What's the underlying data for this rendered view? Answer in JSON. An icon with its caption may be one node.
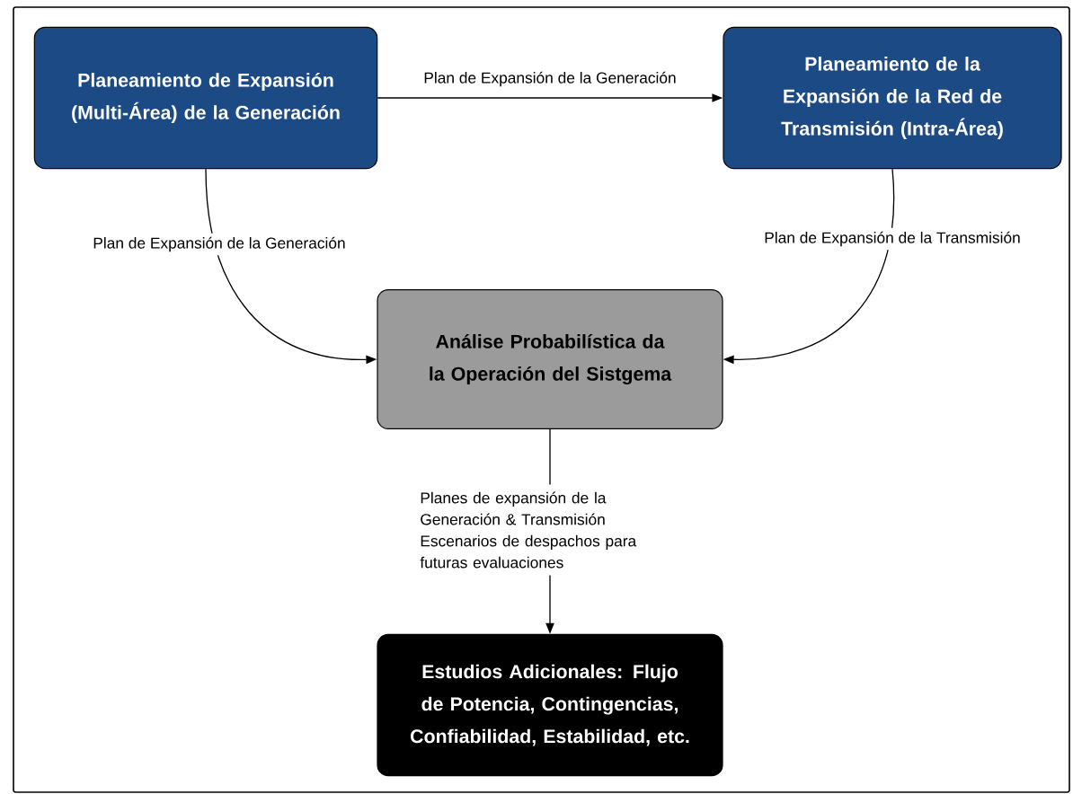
{
  "diagram": {
    "nodes": [
      {
        "text": [
          "Planeamiento de Expansión (Multi-Área) de la Generación"
        ]
      },
      {
        "text": [
          "Planeamiento de la Expansión de la Red de Transmisión (Intra-Área)"
        ]
      },
      {
        "text": [
          "Análise Probabilística da la Operación del Sistgema"
        ]
      },
      {
        "text": [
          "Estudios Adicionales: Flujo de Potencia, Contingencias, Confiabilidad, Estabilidad, etc."
        ]
      }
    ],
    "edges": [
      {
        "from": 0,
        "to": 1,
        "arrow": "to",
        "label": "Plan de Expansión de la Generación"
      },
      {
        "from": 0,
        "to": 2,
        "arrow": "to",
        "label": "Plan de Expansión de la Generación"
      },
      {
        "from": 1,
        "to": 2,
        "arrow": "to",
        "label": "Plan de Expansión de la Transmisión"
      },
      {
        "from": 2,
        "to": 3,
        "arrow": "to",
        "label": "Planes de expansión de la Generación & Transmisión Escenarios de despachos para futuras evaluaciones"
      }
    ]
  }
}
